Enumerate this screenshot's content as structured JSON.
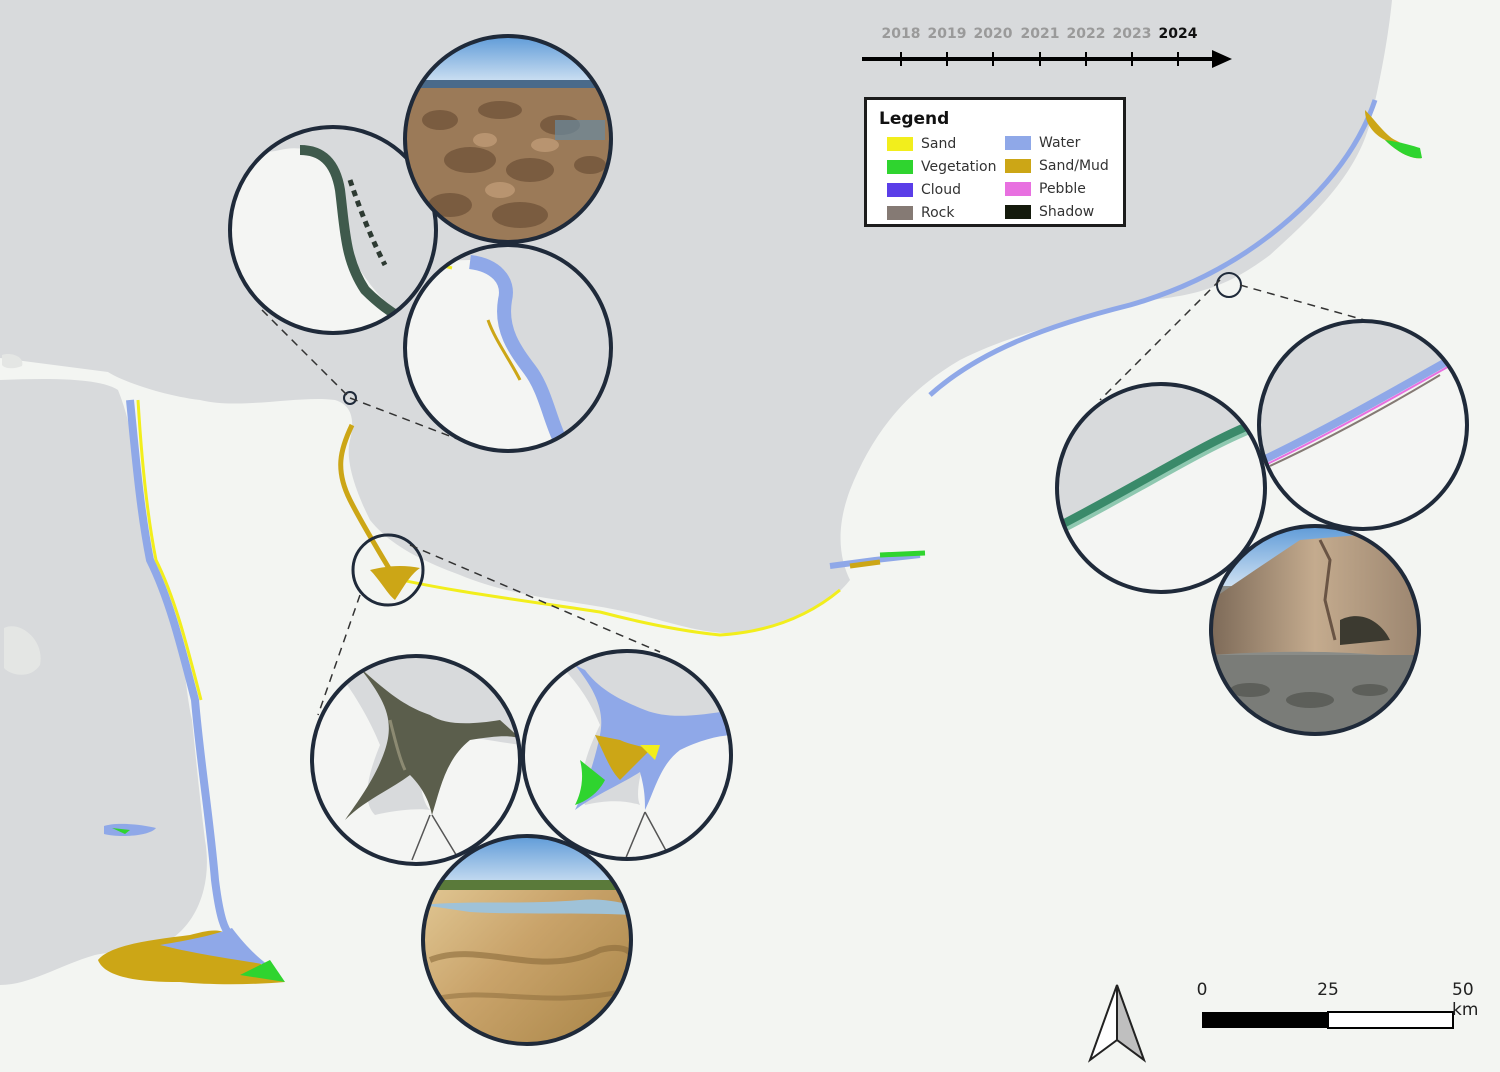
{
  "timeline": {
    "years": [
      "2018",
      "2019",
      "2020",
      "2021",
      "2022",
      "2023",
      "2024"
    ],
    "active_year": "2024"
  },
  "legend": {
    "title": "Legend",
    "items": [
      {
        "label": "Sand",
        "color": "#f2ee1c"
      },
      {
        "label": "Vegetation",
        "color": "#2fd42f"
      },
      {
        "label": "Cloud",
        "color": "#5a3ee8"
      },
      {
        "label": "Rock",
        "color": "#857a74"
      },
      {
        "label": "Water",
        "color": "#8fa8e8"
      },
      {
        "label": "Sand/Mud",
        "color": "#cca616"
      },
      {
        "label": "Pebble",
        "color": "#e870e0"
      },
      {
        "label": "Shadow",
        "color": "#141a0c"
      }
    ]
  },
  "scale_bar": {
    "labels": [
      "0",
      "25",
      "50 km"
    ]
  },
  "colors": {
    "sea": "#d8dadc",
    "land": "#f3f5f2",
    "zoom_outline": "#1f2a3a"
  }
}
